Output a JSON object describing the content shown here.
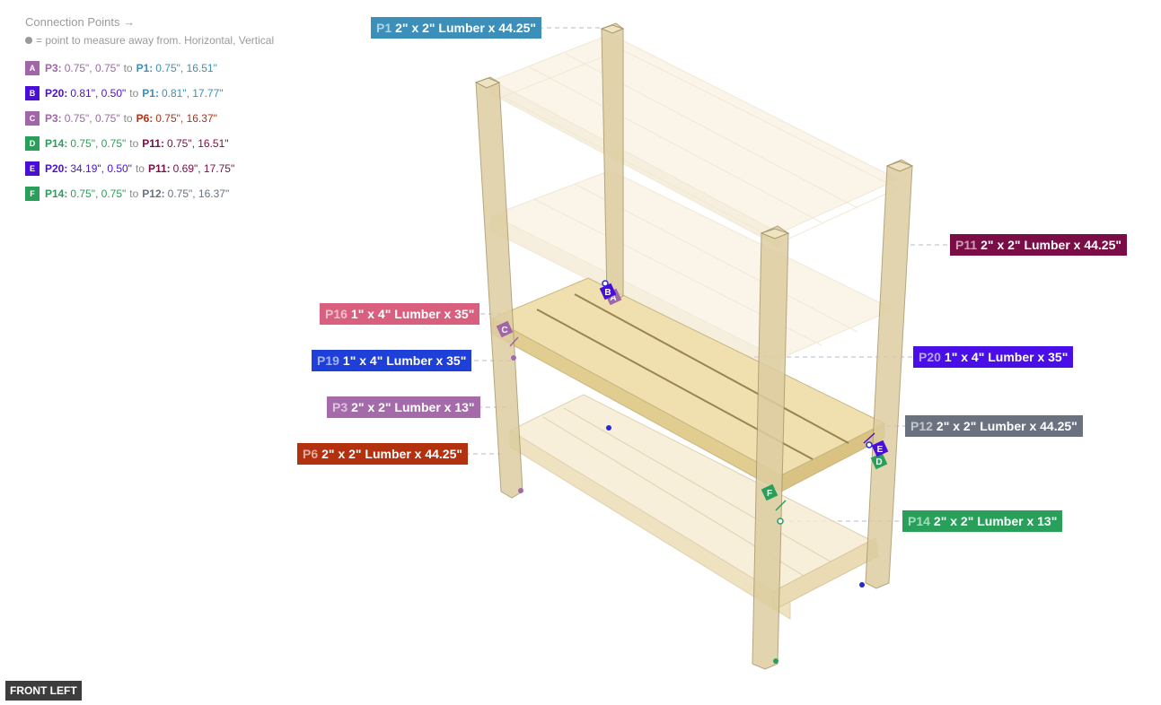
{
  "legend": {
    "title": "Connection Points →",
    "note": "= point to measure away from. Horizontal, Vertical",
    "rows": [
      {
        "badge": "A",
        "color": "#a066a8",
        "from_part": "P3:",
        "from_color": "#a066a8",
        "from_val": "0.75\", 0.75\"",
        "to": "to",
        "to_part": "P1:",
        "to_color": "#3b8fb8",
        "to_val": "0.75\", 16.51\""
      },
      {
        "badge": "B",
        "color": "#4a0fd6",
        "from_part": "P20:",
        "from_color": "#4a0fd6",
        "from_val": "0.81\", 0.50\"",
        "to": "to",
        "to_part": "P1:",
        "to_color": "#3b8fb8",
        "to_val": "0.81\", 17.77\""
      },
      {
        "badge": "C",
        "color": "#a066a8",
        "from_part": "P3:",
        "from_color": "#a066a8",
        "from_val": "0.75\", 0.75\"",
        "to": "to",
        "to_part": "P6:",
        "to_color": "#b3310f",
        "to_val": "0.75\", 16.37\""
      },
      {
        "badge": "D",
        "color": "#28a05a",
        "from_part": "P14:",
        "from_color": "#28a05a",
        "from_val": "0.75\", 0.75\"",
        "to": "to",
        "to_part": "P11:",
        "to_color": "#7a0d45",
        "to_val": "0.75\", 16.51\""
      },
      {
        "badge": "E",
        "color": "#4a0fd6",
        "from_part": "P20:",
        "from_color": "#4a0fd6",
        "from_val": "34.19\", 0.50\"",
        "to": "to",
        "to_part": "P11:",
        "to_color": "#7a0d45",
        "to_val": "0.69\", 17.75\""
      },
      {
        "badge": "F",
        "color": "#28a05a",
        "from_part": "P14:",
        "from_color": "#28a05a",
        "from_val": "0.75\", 0.75\"",
        "to": "to",
        "to_part": "P12:",
        "to_color": "#6a7280",
        "to_val": "0.75\", 16.37\""
      }
    ]
  },
  "parts": [
    {
      "id": "P1",
      "text": "2\" x 2\" Lumber x 44.25\"",
      "color": "#3b8fb8"
    },
    {
      "id": "P11",
      "text": "2\" x 2\" Lumber x 44.25\"",
      "color": "#7a0d45"
    },
    {
      "id": "P16",
      "text": "1\" x 4\" Lumber  x 35\"",
      "color": "#d95f7f"
    },
    {
      "id": "P19",
      "text": "1\" x 4\" Lumber  x 35\"",
      "color": "#1f3fd9"
    },
    {
      "id": "P20",
      "text": "1\" x 4\" Lumber  x 35\"",
      "color": "#4a0fe8"
    },
    {
      "id": "P3",
      "text": "2\" x 2\" Lumber x 13\"",
      "color": "#a46aa9"
    },
    {
      "id": "P12",
      "text": "2\" x 2\" Lumber x 44.25\"",
      "color": "#6a7280"
    },
    {
      "id": "P6",
      "text": "2\" x 2\" Lumber x 44.25\"",
      "color": "#b3310f"
    },
    {
      "id": "P14",
      "text": "2\" x 2\" Lumber x 13\"",
      "color": "#28a05a"
    }
  ],
  "markers": [
    "A",
    "B",
    "C",
    "D",
    "E",
    "F"
  ],
  "view_label": "FRONT LEFT",
  "icons": {
    "legend_dot": "dot-icon"
  }
}
